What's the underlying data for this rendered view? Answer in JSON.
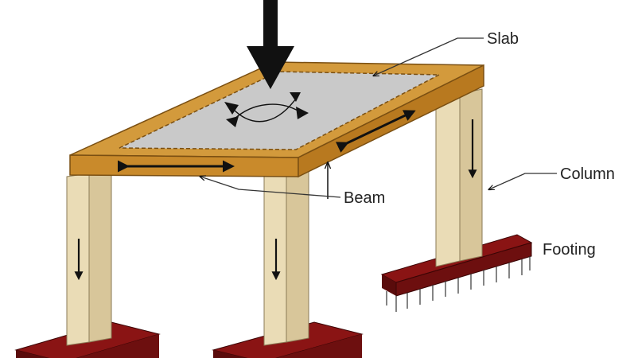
{
  "labels": {
    "slab": "Slab",
    "column": "Column",
    "beam": "Beam",
    "footing": "Footing"
  },
  "colors": {
    "beam_wood": "#d39a3c",
    "beam_edge": "#7a4f12",
    "slab_fill": "#c9c9c9",
    "column_fill": "#eadcb6",
    "footing_top": "#8a1414",
    "footing_side": "#5a0b0b",
    "arrow": "#111111"
  }
}
